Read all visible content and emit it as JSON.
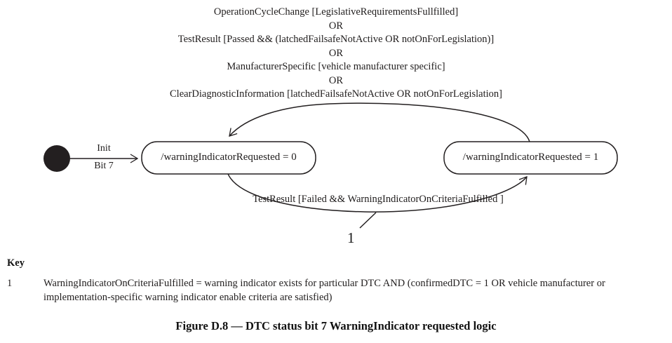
{
  "figure": {
    "caption": "Figure D.8 — DTC status bit 7 WarningIndicator requested logic"
  },
  "diagram": {
    "type": "uml-state-machine",
    "initial_state": {
      "name": "initial-pseudostate",
      "shape": "filled-circle",
      "color": "#231f20"
    },
    "states": [
      {
        "id": "state-0",
        "label": "/warningIndicatorRequested = 0"
      },
      {
        "id": "state-1",
        "label": "/warningIndicatorRequested = 1"
      }
    ],
    "transitions": [
      {
        "id": "init-transition",
        "from": "initial-pseudostate",
        "to": "state-0",
        "label_above": "Init",
        "label_below": "Bit 7"
      },
      {
        "id": "one-to-zero-transition",
        "from": "state-1",
        "to": "state-0",
        "label_lines": [
          "OperationCycleChange [LegislativeRequirementsFullfilled]",
          "OR",
          "TestResult [Passed && (latchedFailsafeNotActive OR notOnForLegislation)]",
          "OR",
          "ManufacturerSpecific [vehicle manufacturer specific]",
          "OR",
          "ClearDiagnosticInformation [latchedFailsafeNotActive OR notOnForLegislation]"
        ]
      },
      {
        "id": "zero-to-one-transition",
        "from": "state-0",
        "to": "state-1",
        "label": "TestResult [Failed && WarningIndicatorOnCriteriaFulfilled ]",
        "footnote_ref": "1"
      }
    ],
    "footnote_marker": "1",
    "stroke_color": "#231f20"
  },
  "key": {
    "title": "Key",
    "entries": [
      {
        "number": "1",
        "description": "WarningIndicatorOnCriteriaFulfilled = warning indicator exists for particular DTC AND (confirmedDTC = 1 OR vehicle manufacturer or implementation-specific warning indicator enable criteria are satisfied)"
      }
    ]
  }
}
